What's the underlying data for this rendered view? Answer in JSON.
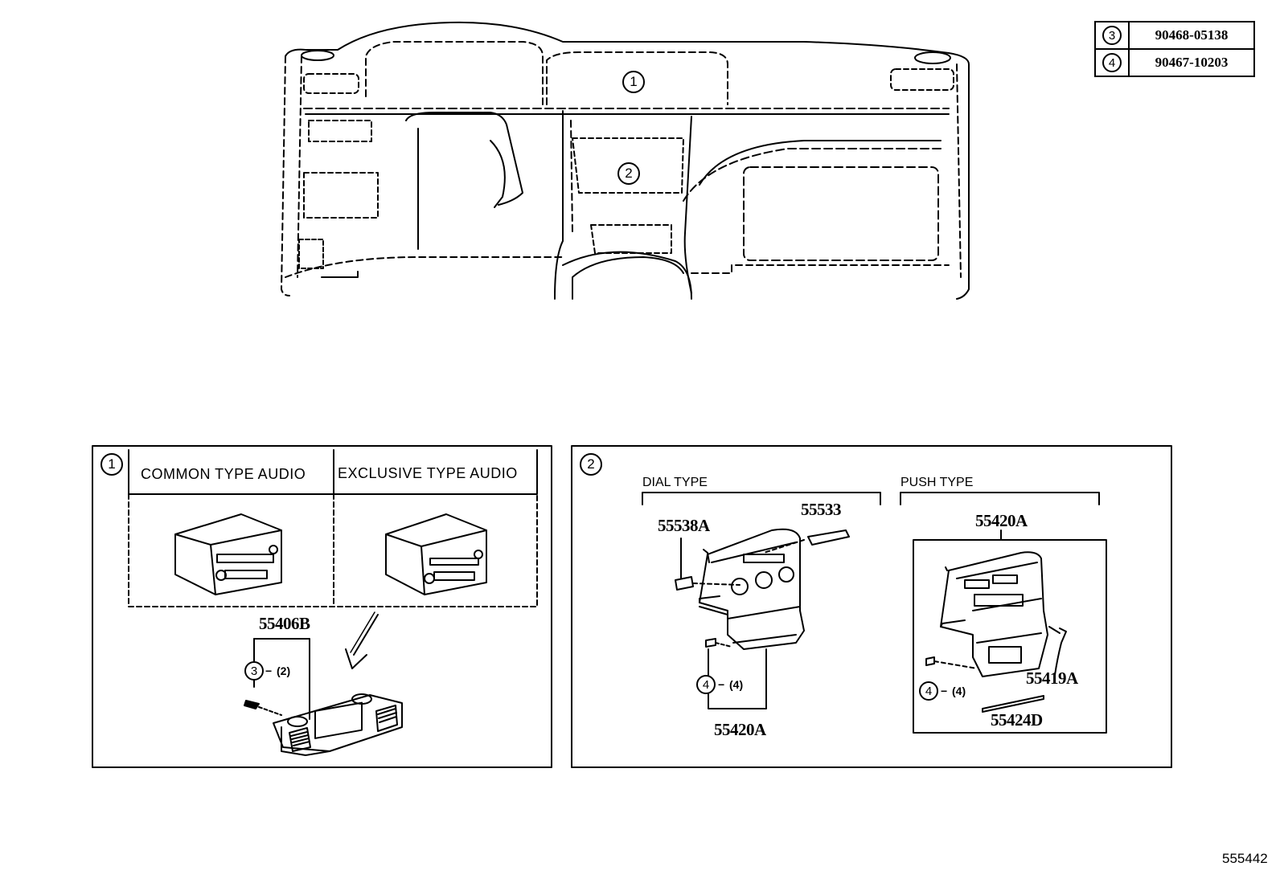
{
  "reference_table": [
    {
      "ref": "3",
      "part": "90468-05138"
    },
    {
      "ref": "4",
      "part": "90467-10203"
    }
  ],
  "overview": {
    "callout_1": "1",
    "callout_2": "2"
  },
  "panel_1": {
    "number": "1",
    "col_common": "COMMON TYPE AUDIO",
    "col_exclusive": "EXCLUSIVE TYPE AUDIO",
    "part_main": "55406B",
    "fastener_ref": "3",
    "fastener_qty": "(2)"
  },
  "panel_2": {
    "number": "2",
    "dial_type": "DIAL TYPE",
    "push_type": "PUSH TYPE",
    "dial_parts": {
      "knob": "55538A",
      "switch": "55533",
      "panel": "55420A",
      "fastener_ref": "4",
      "fastener_qty": "(4)"
    },
    "push_parts": {
      "panel": "55420A",
      "bracket": "55419A",
      "trim": "55424D",
      "fastener_ref": "4",
      "fastener_qty": "(4)"
    }
  },
  "figure_code": "555442",
  "icons": [
    "circled-number",
    "arrow-down-left"
  ]
}
